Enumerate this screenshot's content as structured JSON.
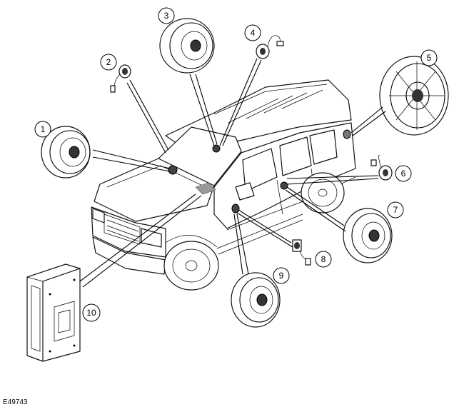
{
  "figure_id": "E49743",
  "callouts": [
    "1",
    "2",
    "3",
    "4",
    "5",
    "6",
    "7",
    "8",
    "9",
    "10"
  ]
}
